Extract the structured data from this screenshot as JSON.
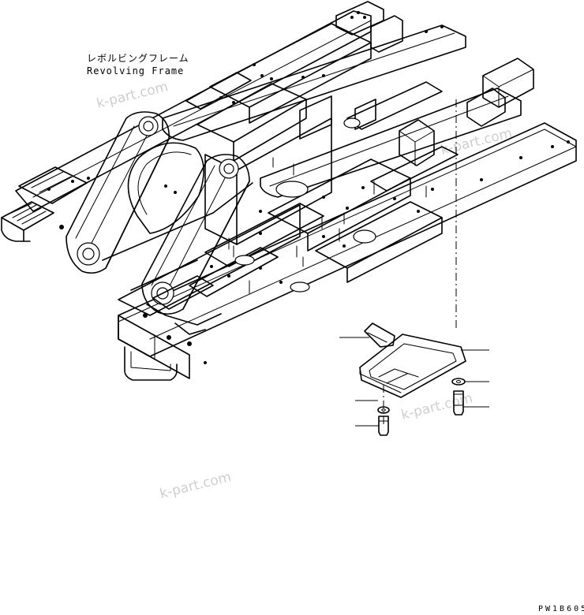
{
  "drawing": {
    "title_jp": "レボルビングフレーム",
    "title_en": "Revolving Frame",
    "drawing_code": "PW1B605"
  },
  "watermarks": [
    "k-part.com",
    "k-part.com",
    "k-part.com",
    "k-part.com"
  ]
}
